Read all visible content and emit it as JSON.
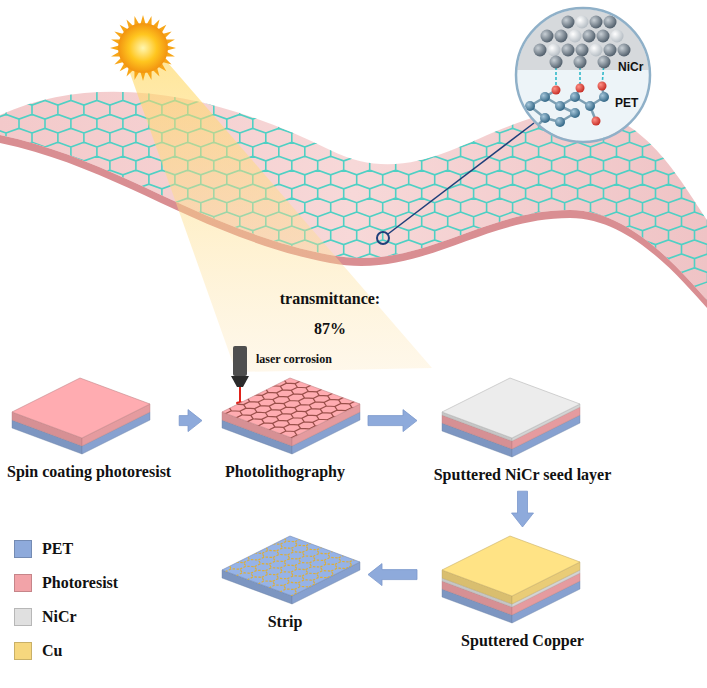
{
  "diagram": {
    "nodes": [
      {
        "text": [
          "Spin coating photoresist"
        ]
      },
      {
        "text": [
          "Photolithography"
        ]
      },
      {
        "text": [
          "Sputtered NiCr seed layer"
        ]
      },
      {
        "text": [
          "Sputtered Copper"
        ]
      },
      {
        "text": [
          "Strip"
        ]
      }
    ],
    "edges": [
      {
        "from": 0,
        "to": 1,
        "arrow": "to"
      },
      {
        "from": 1,
        "to": 2,
        "arrow": "to"
      },
      {
        "from": 2,
        "to": 3,
        "arrow": "to"
      },
      {
        "from": 3,
        "to": 4,
        "arrow": "to"
      }
    ],
    "labels": [
      "NiCr",
      "PET",
      "transmittance: 87%",
      "laser corrosion"
    ],
    "legend": [
      {
        "text": "PET",
        "color": "#8eaadb"
      },
      {
        "text": "Photoresist",
        "color": "#f2a3a8"
      },
      {
        "text": "NiCr",
        "color": "#e0e0e0"
      },
      {
        "text": "Cu",
        "color": "#f6d77e"
      }
    ]
  }
}
